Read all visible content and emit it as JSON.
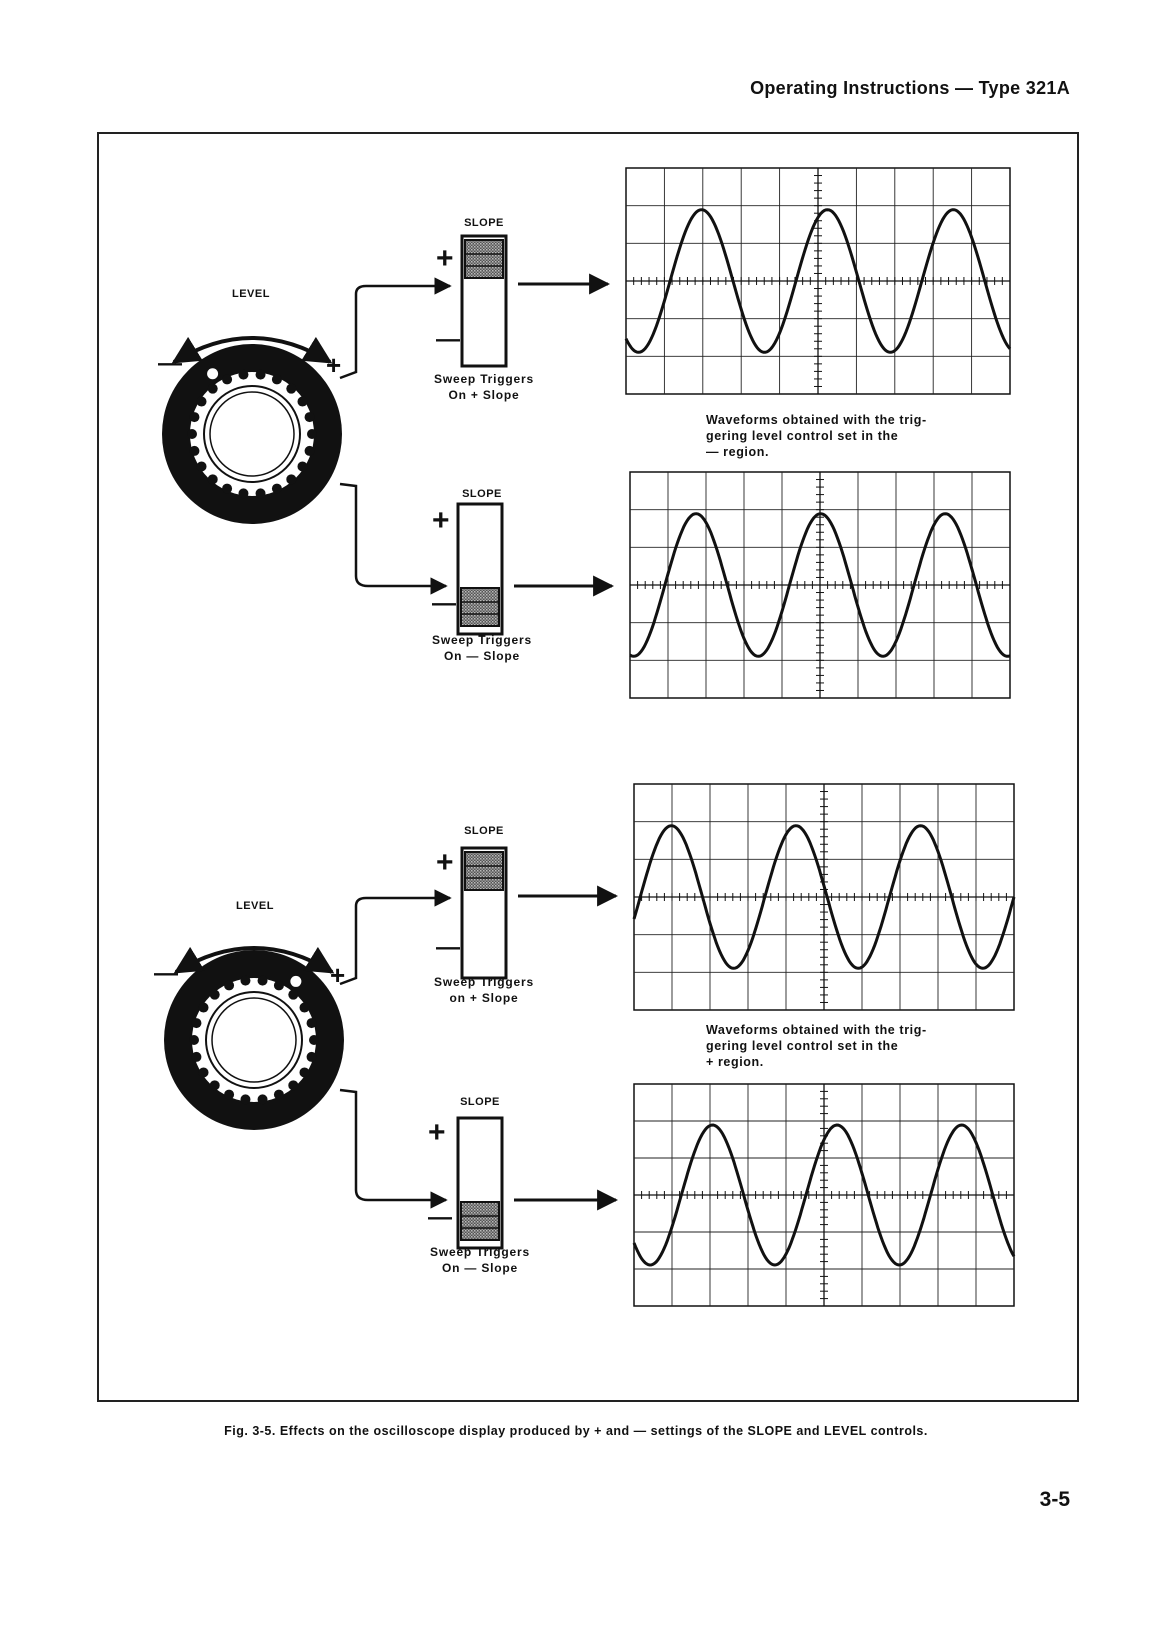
{
  "header": {
    "title": "Operating Instructions — Type 321A"
  },
  "groups": [
    {
      "level_label": "LEVEL",
      "level_region": "minus",
      "note_lines": [
        "Waveforms obtained with the trig-",
        "gering level control set in the",
        "— region."
      ],
      "switches": [
        {
          "slope_label": "SLOPE",
          "plus": "+",
          "minus": "—",
          "position": "plus",
          "sweep_line1": "Sweep Triggers",
          "sweep_line2": "On + Slope"
        },
        {
          "slope_label": "SLOPE",
          "plus": "+",
          "minus": "—",
          "position": "minus",
          "sweep_line1": "Sweep Triggers",
          "sweep_line2": "On — Slope"
        }
      ]
    },
    {
      "level_label": "LEVEL",
      "level_region": "plus",
      "note_lines": [
        "Waveforms obtained with the trig-",
        "gering level control set in the",
        "+ region."
      ],
      "switches": [
        {
          "slope_label": "SLOPE",
          "plus": "+",
          "minus": "—",
          "position": "plus",
          "sweep_line1": "Sweep Triggers",
          "sweep_line2": "on + Slope"
        },
        {
          "slope_label": "SLOPE",
          "plus": "+",
          "minus": "—",
          "position": "minus",
          "sweep_line1": "Sweep Triggers",
          "sweep_line2": "On — Slope"
        }
      ]
    }
  ],
  "knob_signs": {
    "minus": "—",
    "plus": "+"
  },
  "caption": "Fig. 3-5. Effects on the oscilloscope display produced by + and — settings of the SLOPE and LEVEL controls.",
  "page_number": "3-5"
}
